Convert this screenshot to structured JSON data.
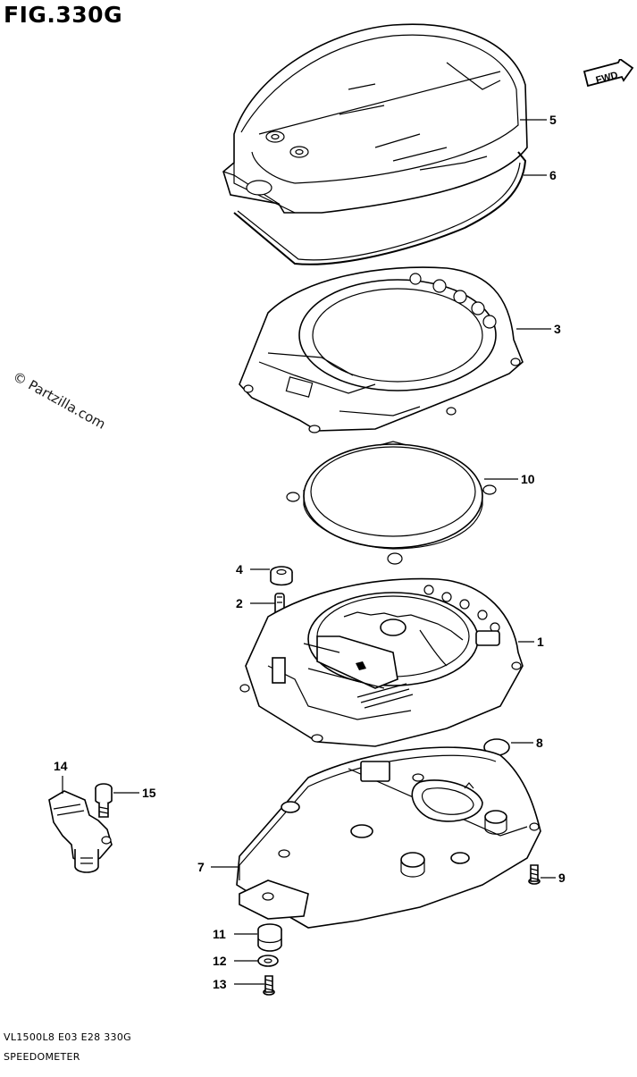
{
  "figure": {
    "title": "FIG.330G",
    "code_line": "VL1500L8 E03 E28 330G",
    "name_line": "SPEEDOMETER",
    "watermark": "© Partzilla.com",
    "fwd_label": "FWD"
  },
  "callouts": [
    {
      "id": "5",
      "part": "speedometer-cover"
    },
    {
      "id": "6",
      "part": "cover-seal"
    },
    {
      "id": "3",
      "part": "meter-case-upper"
    },
    {
      "id": "10",
      "part": "lens-ring"
    },
    {
      "id": "4",
      "part": "grommet-upper"
    },
    {
      "id": "2",
      "part": "bulb"
    },
    {
      "id": "1",
      "part": "speedometer-assembly"
    },
    {
      "id": "8",
      "part": "cap"
    },
    {
      "id": "14",
      "part": "speed-sensor"
    },
    {
      "id": "15",
      "part": "sensor-bolt"
    },
    {
      "id": "7",
      "part": "meter-case-lower"
    },
    {
      "id": "9",
      "part": "screw"
    },
    {
      "id": "11",
      "part": "cushion"
    },
    {
      "id": "12",
      "part": "washer"
    },
    {
      "id": "13",
      "part": "lower-screw"
    }
  ]
}
